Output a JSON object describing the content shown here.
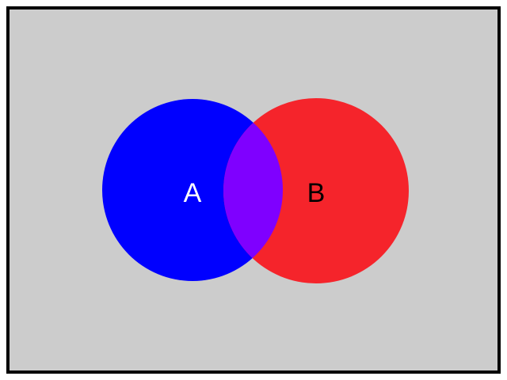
{
  "diagram": {
    "type": "venn",
    "background_color": "#cccccc",
    "border_color": "#000000",
    "sets": [
      {
        "label": "A",
        "fill_color": "#0000ff",
        "label_color": "#ffffff"
      },
      {
        "label": "B",
        "fill_color": "#f5242b",
        "label_color": "#000000"
      }
    ],
    "intersection": {
      "fill_color": "#7f00ff"
    }
  }
}
